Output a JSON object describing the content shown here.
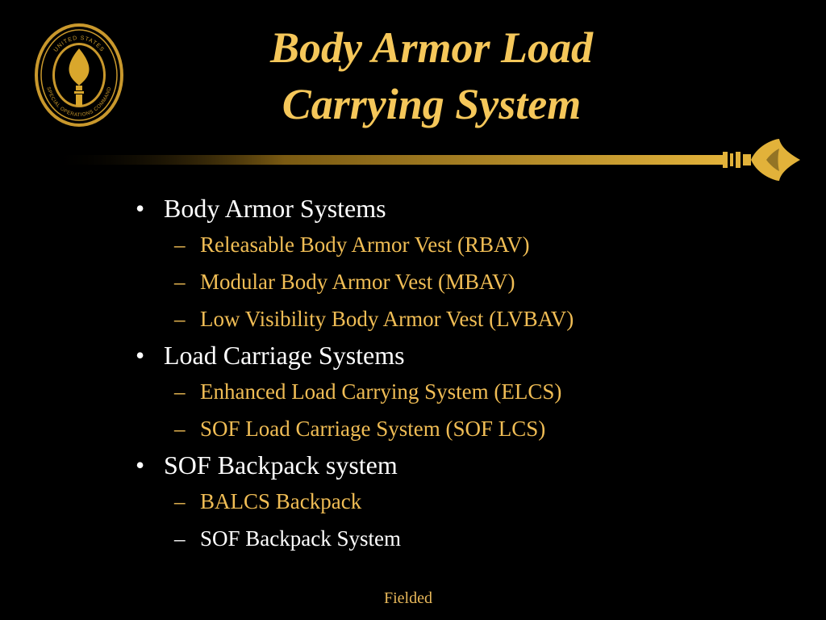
{
  "slide": {
    "title_line1": "Body Armor Load",
    "title_line2": "Carrying System",
    "footer": "Fielded",
    "seal_text_top": "UNITED STATES",
    "seal_text_bottom": "SPECIAL OPERATIONS COMMAND"
  },
  "colors": {
    "background": "#000000",
    "title": "#F5C75A",
    "subitem_gold": "#F0BD55",
    "text_white": "#FFFFFF",
    "spear_gold": "#D9A72C"
  },
  "bullet_mark": "•",
  "dash_mark": "–",
  "outline": [
    {
      "label": "Body Armor Systems",
      "items": [
        {
          "label": "Releasable Body Armor Vest (RBAV)",
          "status": "gold"
        },
        {
          "label": "Modular Body Armor Vest (MBAV)",
          "status": "gold"
        },
        {
          "label": "Low Visibility Body Armor Vest (LVBAV)",
          "status": "gold"
        }
      ]
    },
    {
      "label": "Load Carriage Systems",
      "items": [
        {
          "label": "Enhanced Load Carrying System (ELCS)",
          "status": "gold"
        },
        {
          "label": "SOF Load Carriage System (SOF LCS)",
          "status": "gold"
        }
      ]
    },
    {
      "label": "SOF Backpack system",
      "items": [
        {
          "label": "BALCS Backpack",
          "status": "gold"
        },
        {
          "label": "SOF Backpack System",
          "status": "white"
        }
      ]
    }
  ]
}
